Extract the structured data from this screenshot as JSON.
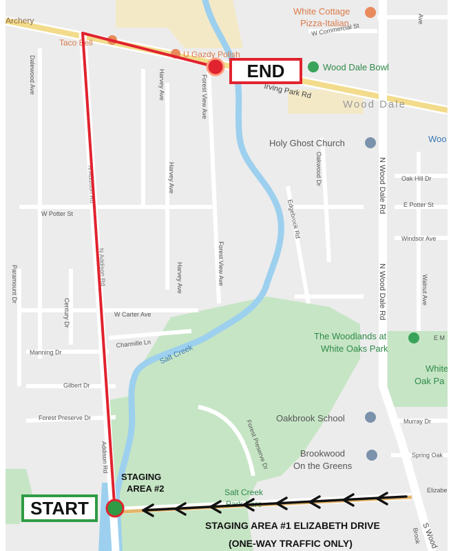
{
  "markers": {
    "start_label": "START",
    "end_label": "END",
    "route_color": "#e0232e",
    "start_color": "#2f9b45",
    "end_color": "#e0232e"
  },
  "annotations": {
    "staging2": [
      "STAGING",
      "AREA #2"
    ],
    "staging1": "STAGING AREA #1 ELIZABETH DRIVE",
    "one_way": "(ONE-WAY TRAFFIC ONLY)"
  },
  "pois": {
    "archery": "Archery",
    "taco_bell": "Taco Bell",
    "u_gazdy": "U Gazdy Polish",
    "white_cottage": [
      "White Cottage",
      "Pizza-Italian"
    ],
    "wood_dale_bowl": "Wood Dale Bowl",
    "wood_dale": "Wood Dale",
    "woo": "Woo",
    "holy_ghost": "Holy Ghost Church",
    "woodlands": [
      "The Woodlands at",
      "White Oaks Park"
    ],
    "white_oak": [
      "White",
      "Oak Pa"
    ],
    "oakbrook_school": "Oakbrook School",
    "brookwood": [
      "Brookwood",
      "On the Greens"
    ],
    "salt_creek_forest": "Salt Creek",
    "salt_creek_forest2": "Park Fore",
    "salt_creek": "Salt Creek"
  },
  "streets": {
    "w_commercial": "W Commercial St",
    "irving_park": "Irving Park Rd",
    "dalewood": "Dalewood Ave",
    "harvey1": "Harvey Ave",
    "harvey2": "Harvey Ave",
    "harvey3": "Harvey Ave",
    "forest_view1": "Forest View Ave",
    "forest_view2": "Forest View Ave",
    "oakwood": "Oakwood Dr",
    "edgebrook": "Edgebrook Rd",
    "n_wood_dale1": "N Wood Dale Rd",
    "n_wood_dale2": "N Wood Dale Rd",
    "oak_hill": "Oak Hill Dr",
    "e_potter": "E Potter St",
    "windsor": "Windsor Ave",
    "walnut": "Walnut Ave",
    "w_potter": "W Potter St",
    "paramount": "Paramount Dr",
    "century": "Century Dr",
    "w_carter": "W Carter Ave",
    "charmille": "Charmille Ln",
    "manning": "Manning Dr",
    "gilbert": "Gilbert Dr",
    "forest_preserve": "Forest Preserve Dr",
    "forest_preserve_dr": "Forest Preserve Dr",
    "murray": "Murray Dr",
    "spring_oak": "Spring Oak",
    "elizabeth": "Elizabe",
    "s_wood": "S Wood",
    "brook": "Brook",
    "n_addison1": "N Addison Rd",
    "n_addison2": "N Addison Rd",
    "addison_rd": "Addison Rd",
    "ave_top": "Ave",
    "e_m": "E M"
  }
}
